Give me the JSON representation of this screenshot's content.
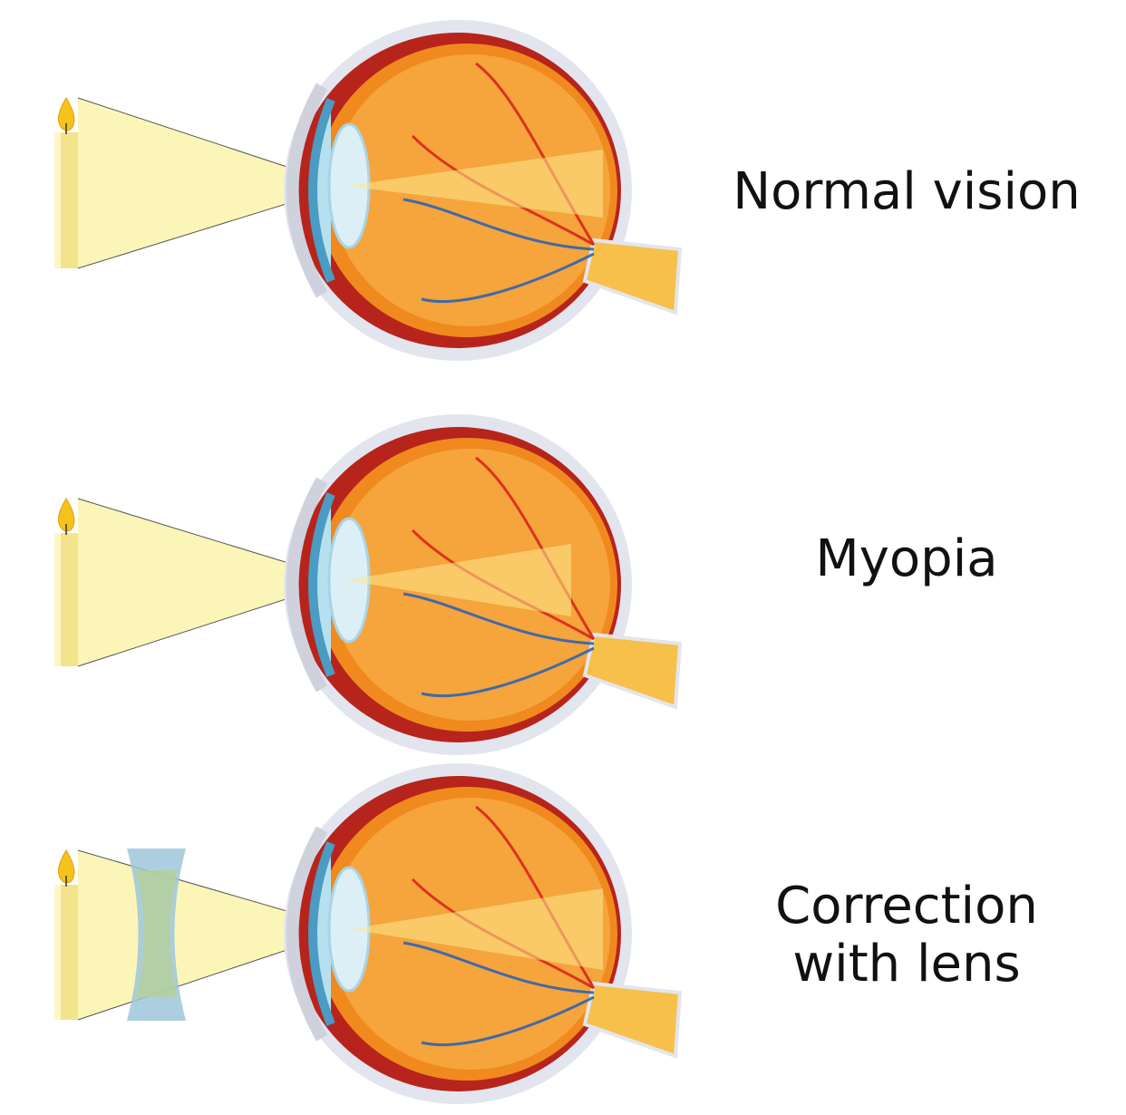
{
  "panels": [
    {
      "id": "normal",
      "caption": [
        "Normal vision"
      ]
    },
    {
      "id": "myopia",
      "caption": [
        "Myopia"
      ]
    },
    {
      "id": "correction",
      "caption": [
        "Correction",
        "with lens"
      ]
    }
  ],
  "colors": {
    "candle": "#f3e38a",
    "flame": "#f7c21a",
    "light_cone": "#fbf6b4",
    "sclera_outer": "#e3e5ee",
    "eye_red": "#b7241c",
    "eye_orange": "#f08a1e",
    "eye_inner": "#f6a43c",
    "cornea": "#b6e0ef",
    "iris": "#4a9cc3",
    "vein_red": "#d9261c",
    "vein_blue": "#2e64b3",
    "lens_blue": "#9cc7da",
    "lens_green": "#b4cf9a"
  }
}
